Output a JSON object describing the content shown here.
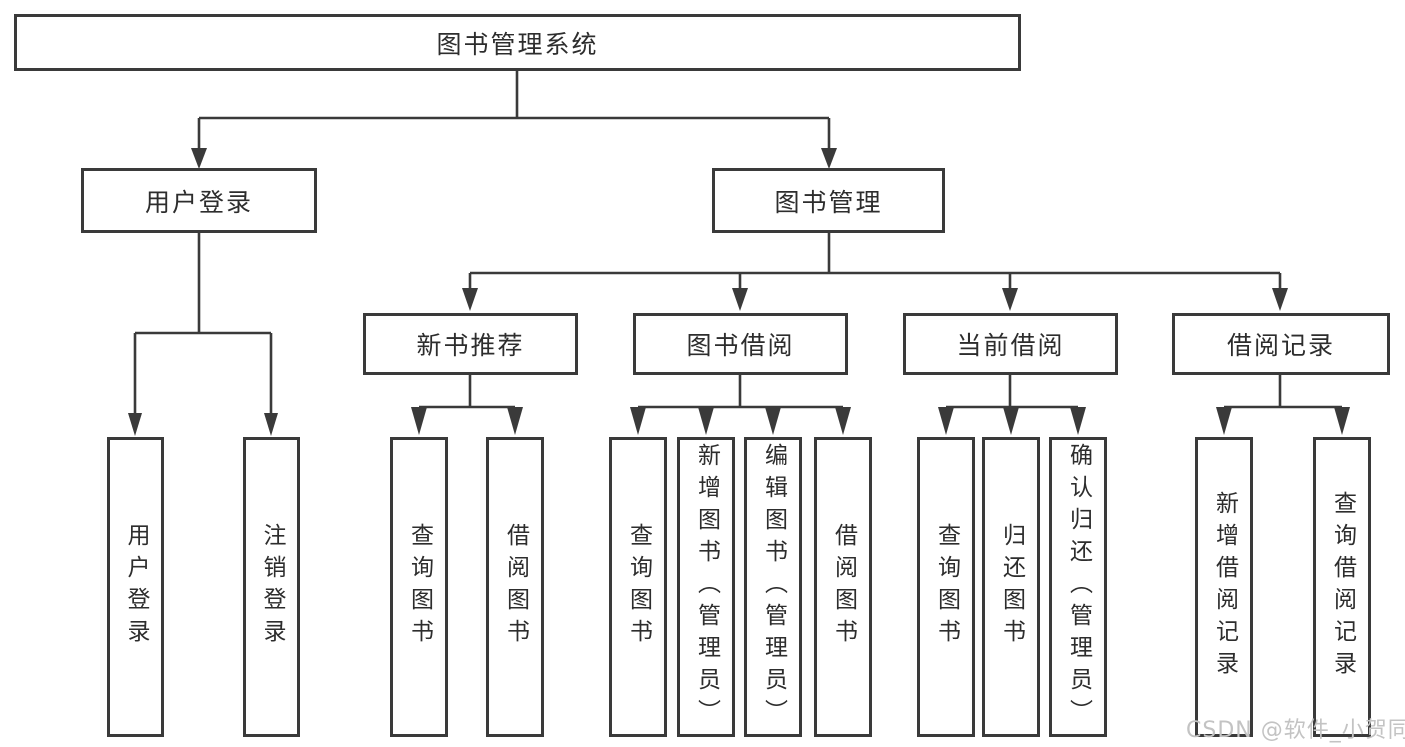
{
  "tree": {
    "label": "图书管理系统",
    "children": [
      {
        "label": "用户登录",
        "children": [
          {
            "label": "用户登录"
          },
          {
            "label": "注销登录"
          }
        ]
      },
      {
        "label": "图书管理",
        "children": [
          {
            "label": "新书推荐",
            "children": [
              {
                "label": "查询图书"
              },
              {
                "label": "借阅图书"
              }
            ]
          },
          {
            "label": "图书借阅",
            "children": [
              {
                "label": "查询图书"
              },
              {
                "label": "新增图书（管理员）"
              },
              {
                "label": "编辑图书（管理员）"
              },
              {
                "label": "借阅图书"
              }
            ]
          },
          {
            "label": "当前借阅",
            "children": [
              {
                "label": "查询图书"
              },
              {
                "label": "归还图书"
              },
              {
                "label": "确认归还（管理员）"
              }
            ]
          },
          {
            "label": "借阅记录",
            "children": [
              {
                "label": "新增借阅记录"
              },
              {
                "label": "查询借阅记录"
              }
            ]
          }
        ]
      }
    ]
  },
  "watermark": "CSDN @软件_小贺同学",
  "colors": {
    "line": "#3a3a3a",
    "text": "#2d2d2d",
    "watermark": "#c3c3c3",
    "background": "#ffffff"
  }
}
